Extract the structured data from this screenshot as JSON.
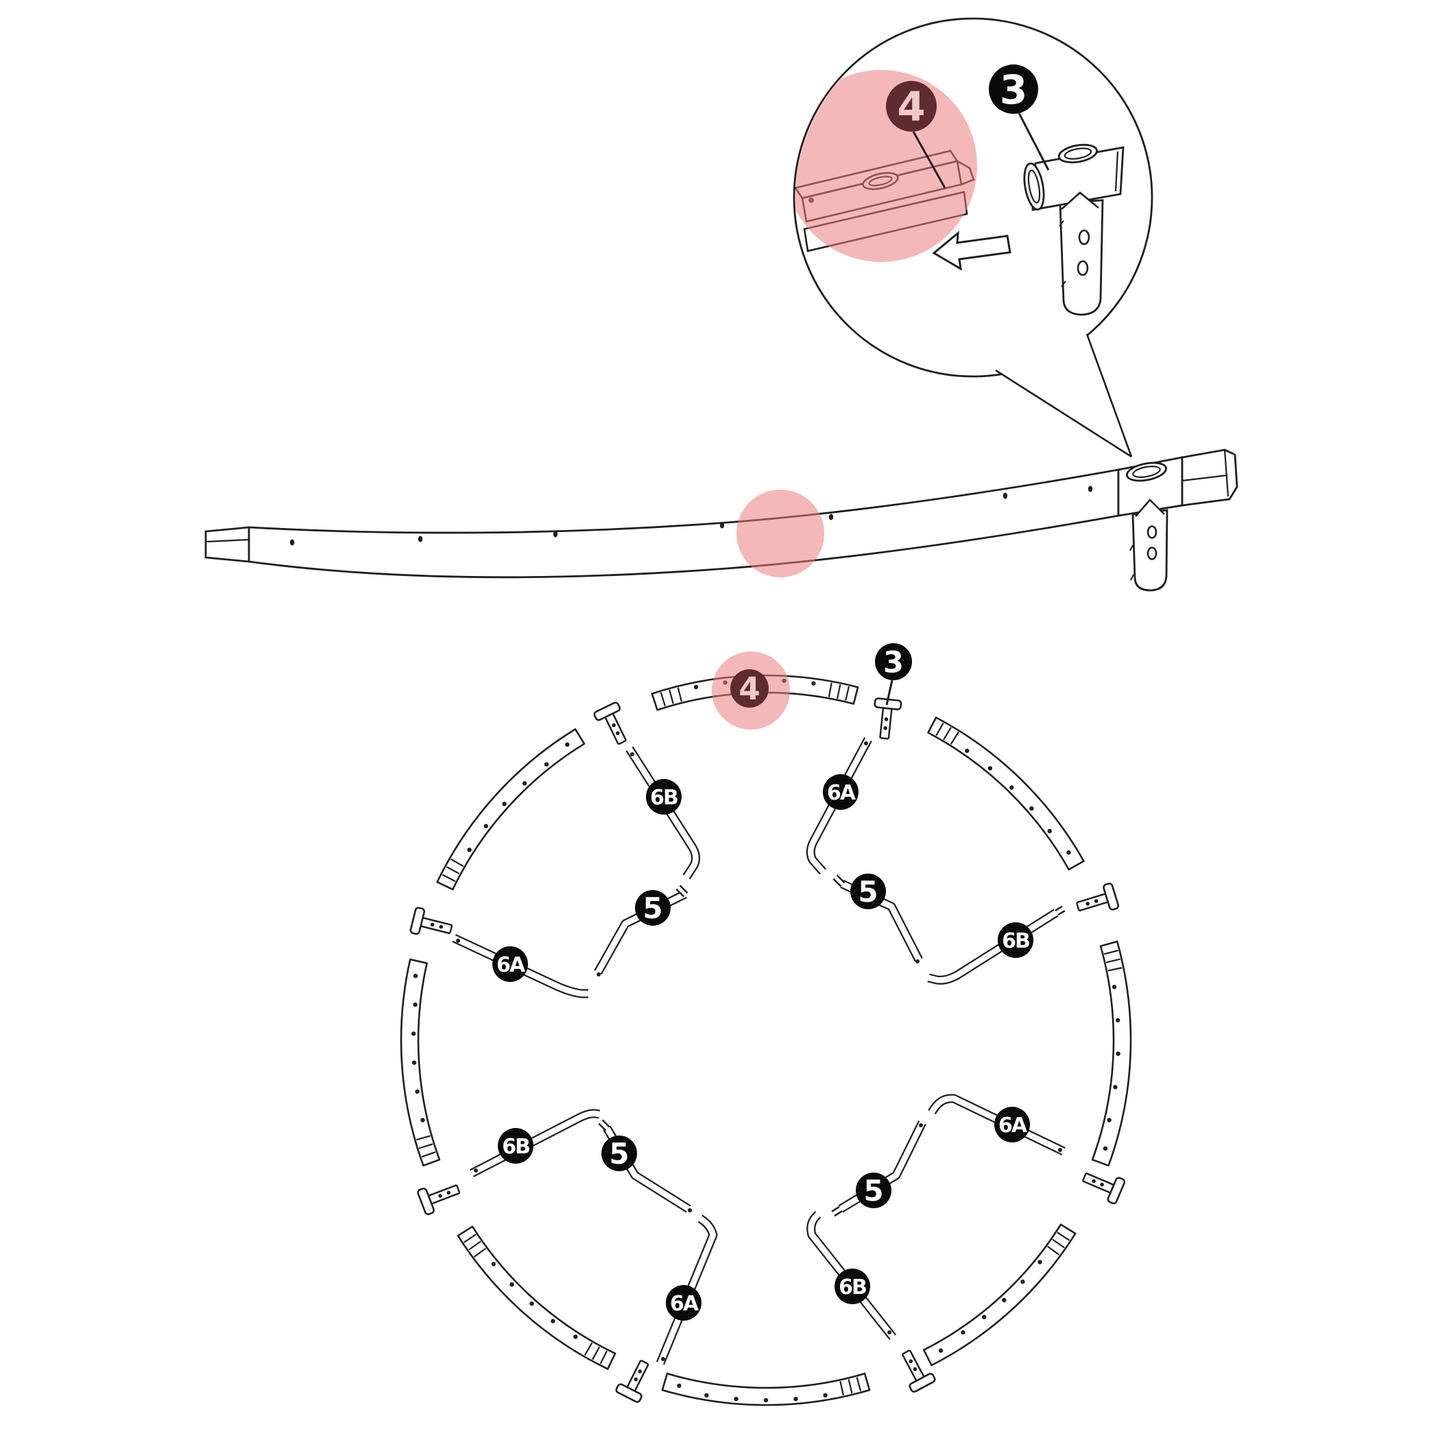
{
  "page": {
    "background_color": "#ffffff"
  },
  "colors": {
    "line": "#1f1f1f",
    "artwork_fill": "#ffffff",
    "highlight_pink_fill": "rgba(235,125,125,0.55)",
    "badge_black_fill": "#0a0a0a",
    "badge_black_text": "#ffffff",
    "badge_red_fill": "#5e2b30",
    "badge_red_text": "#f2c9c9"
  },
  "part_labels": {
    "p3": "3",
    "p4": "4",
    "p5": "5",
    "p6a": "6A",
    "p6b": "6B"
  },
  "areas": {
    "detail_inset": {
      "description": "magnified callout circle showing rail end sliding toward T-joint",
      "badges": [
        "4",
        "3"
      ],
      "icons": [
        "left-arrow"
      ],
      "highlight": "pink circle around part 4 rail end"
    },
    "rail_detail": {
      "description": "curved top-rail with T-joint sleeve and leg socket",
      "badges": [],
      "highlight": "pink circle on middle of rail"
    },
    "frame_ring": {
      "description": "exploded circular frame layout of 8 curved rails, 8 T-joints and 4 leg assemblies",
      "badges": [
        "4",
        "3",
        "6B",
        "6A",
        "5",
        "5",
        "6A",
        "6B",
        "6B",
        "5",
        "6A",
        "6A",
        "5",
        "6B"
      ],
      "highlighted_part": "4"
    }
  }
}
